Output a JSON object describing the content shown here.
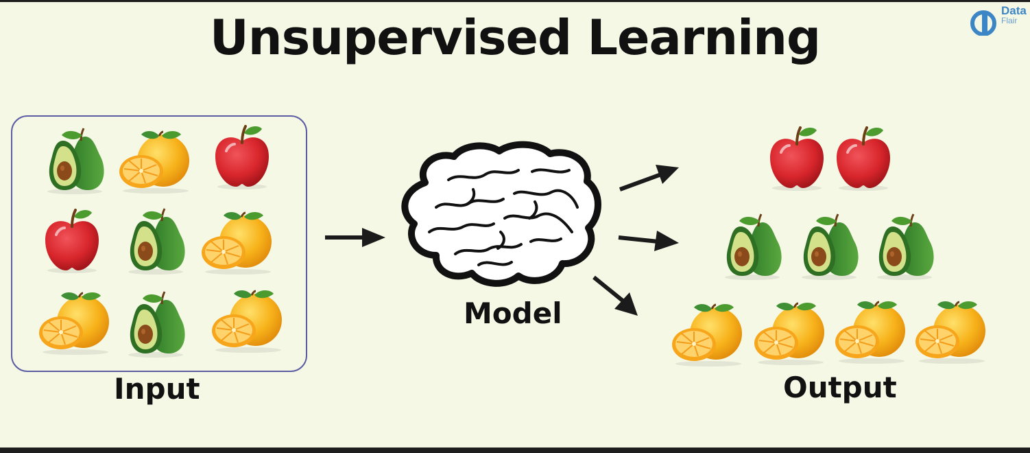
{
  "title": "Unsupervised Learning",
  "logo": {
    "line1": "Data",
    "line2": "Flair"
  },
  "labels": {
    "input": "Input",
    "model": "Model",
    "output": "Output"
  },
  "input_fruits": [
    "avocado",
    "orange",
    "apple",
    "apple",
    "avocado",
    "orange",
    "orange",
    "avocado",
    "orange"
  ],
  "output_groups": [
    {
      "fruit": "apple",
      "count": 2
    },
    {
      "fruit": "avocado",
      "count": 3
    },
    {
      "fruit": "orange",
      "count": 4
    }
  ],
  "colors": {
    "background": "#f6f8e6",
    "box_border": "#5c5ca3",
    "apple": "#d8262c",
    "avocado": "#3f8f34",
    "orange": "#f7b21a"
  }
}
